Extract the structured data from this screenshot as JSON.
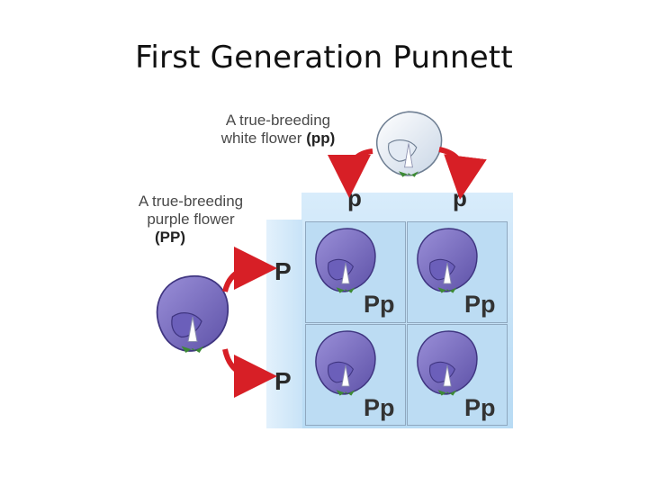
{
  "title": "First Generation Punnett",
  "parents": {
    "white": {
      "line1": "A true-breeding",
      "line2_text": "white flower",
      "line2_genotype": "(pp)"
    },
    "purple": {
      "line1": "A true-breeding",
      "line2": "purple flower",
      "line3": "(PP)"
    }
  },
  "alleles": {
    "top": [
      "p",
      "p"
    ],
    "left": [
      "P",
      "P"
    ]
  },
  "offspring": [
    "Pp",
    "Pp",
    "Pp",
    "Pp"
  ],
  "colors": {
    "arrow": "#d71f26",
    "purple_flower": "#7b6fc6",
    "white_flower": "#e8eef6",
    "grid_background": "#c2e0f6",
    "leaf": "#3d8a35"
  }
}
